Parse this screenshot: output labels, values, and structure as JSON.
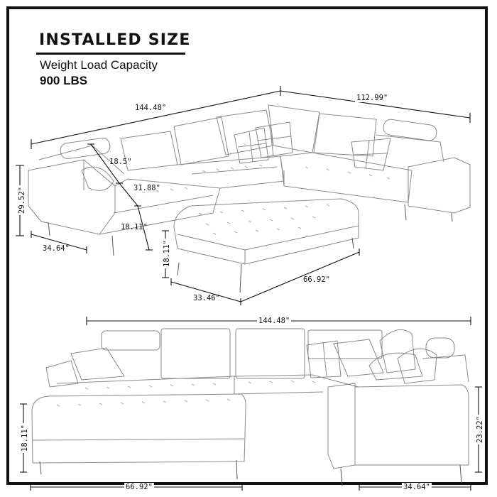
{
  "header": {
    "title": "INSTALLED SIZE",
    "subtitle": "Weight Load Capacity",
    "capacity": "900 LBS"
  },
  "top_view": {
    "overall_length_left": "144.48\"",
    "overall_length_right": "112.99\"",
    "back_cushion_height": "18.5\"",
    "seat_depth": "31.88\"",
    "seat_height": "18.11\"",
    "total_height": "29.52\"",
    "arm_width": "34.64\"",
    "ottoman": {
      "height": "18.11\"",
      "width": "33.46\"",
      "length": "66.92\""
    }
  },
  "front_view": {
    "overall_length": "144.48\"",
    "ottoman_height": "18.11\"",
    "ottoman_length": "66.92\"",
    "chaise_height": "23.22\"",
    "chaise_width": "34.64\""
  },
  "colors": {
    "line": "#111111",
    "sketch": "#8a8a8a",
    "background": "#ffffff"
  }
}
